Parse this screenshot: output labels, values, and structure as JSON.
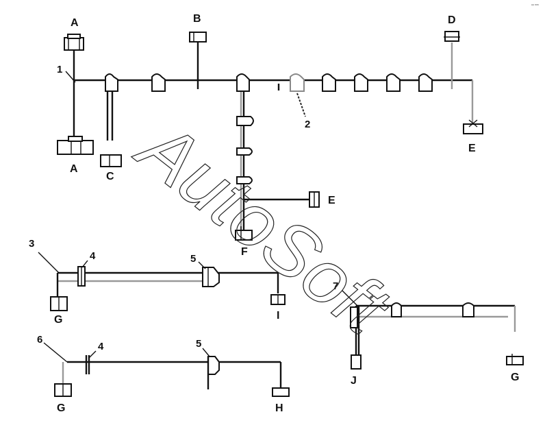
{
  "corner_mark": "ᶜᵖ ᵐᵐ",
  "watermark": "AutoSoft",
  "labels": {
    "A_top": "A",
    "A_bottom": "A",
    "B": "B",
    "C": "C",
    "D": "D",
    "E_right": "E",
    "E_mid": "E",
    "F": "F",
    "G_left1": "G",
    "G_left2": "G",
    "G_right": "G",
    "I": "I",
    "H": "H",
    "J": "J"
  },
  "callouts": {
    "n1": "1",
    "n2": "2",
    "n3": "3",
    "n4a": "4",
    "n5a": "5",
    "n6": "6",
    "n4b": "4",
    "n5b": "5",
    "n7": "7"
  }
}
